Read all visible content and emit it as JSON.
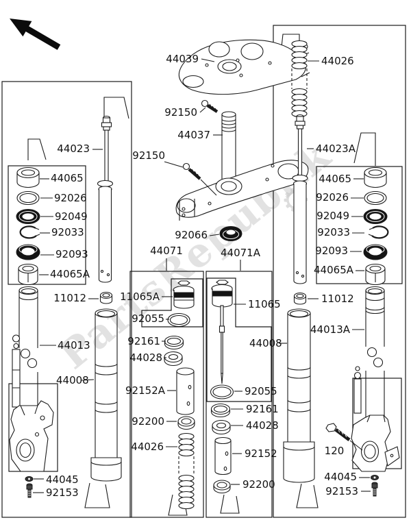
{
  "watermark": {
    "text": "PartsRepublik",
    "gear_icon": "gear-icon",
    "gear_glyph": "⚙",
    "color": "#cbcbcb"
  },
  "line_color": "#1a1a1a",
  "part_labels": [
    "44039",
    "92150",
    "44037",
    "92150",
    "92066",
    "44071",
    "44071A",
    "44026",
    "44023A",
    "44023",
    "44065",
    "92026",
    "92049",
    "92033",
    "92093",
    "44065A",
    "11012",
    "44013",
    "44008",
    "44045",
    "92153",
    "11065A",
    "92055",
    "92161",
    "44028",
    "92152A",
    "92200",
    "44026",
    "11065",
    "44008",
    "92055",
    "92161",
    "44028",
    "92152",
    "92200",
    "11012",
    "44065",
    "92026",
    "92049",
    "92033",
    "92093",
    "44065A",
    "44013A",
    "120",
    "44045",
    "92153"
  ]
}
